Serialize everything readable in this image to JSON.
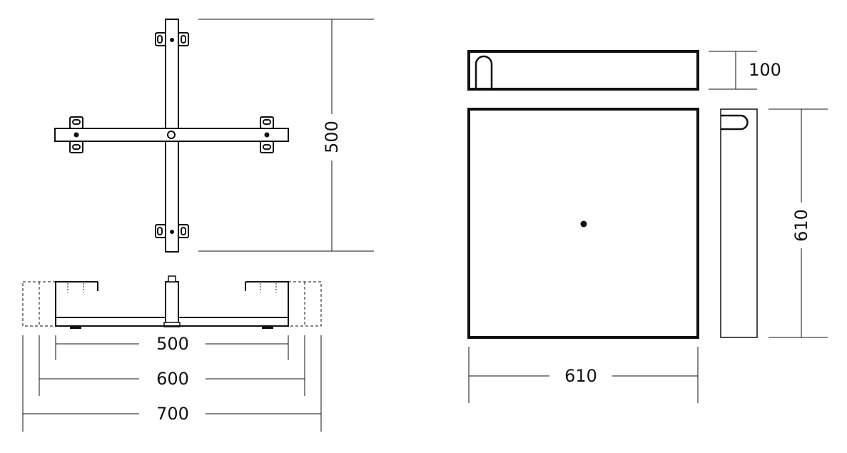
{
  "colors": {
    "line": "#111111",
    "background": "#ffffff"
  },
  "cross_base_top_view": {
    "height_dim": "500"
  },
  "cross_base_front_view": {
    "width_dim_inner": "500",
    "width_dim_mid": "600",
    "width_dim_outer": "700"
  },
  "paver_slab": {
    "thickness_dim": "100",
    "width_dim": "610",
    "depth_dim": "610"
  }
}
